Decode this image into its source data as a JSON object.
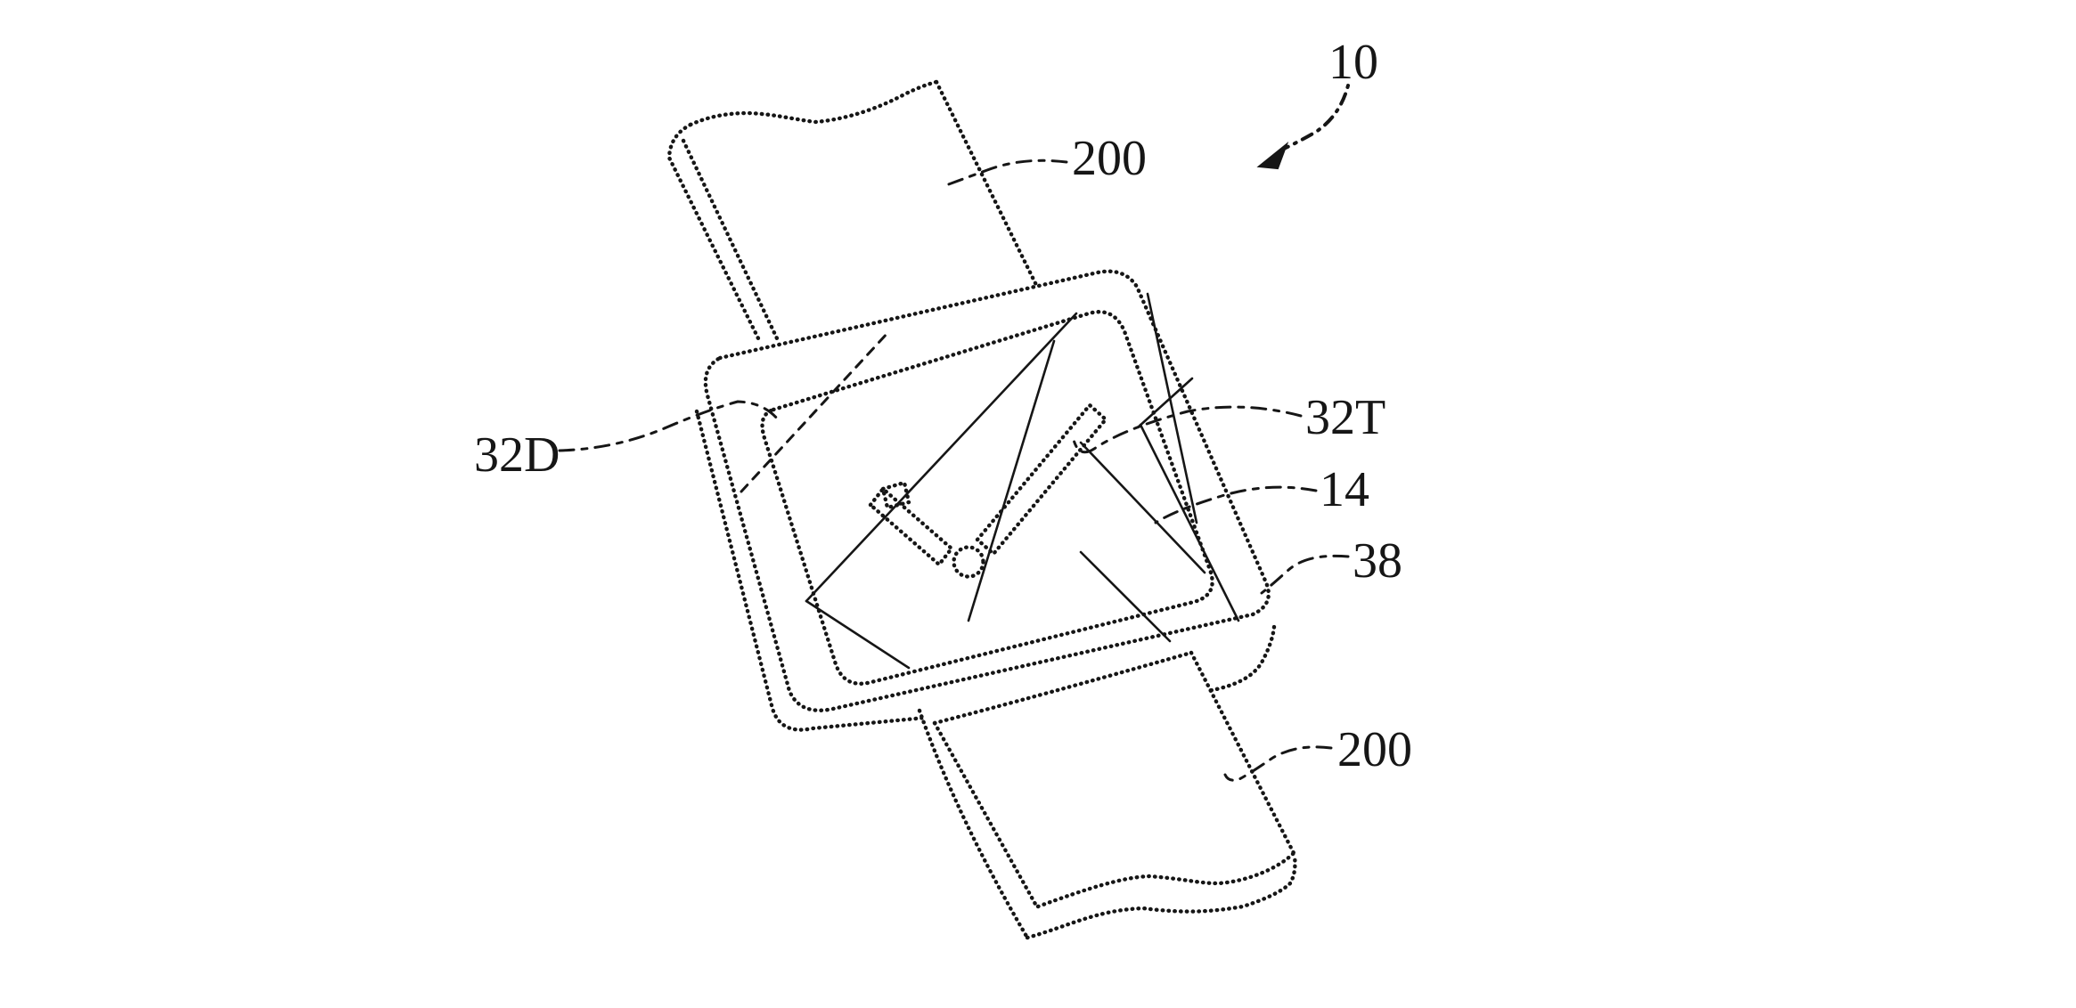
{
  "figure": {
    "kind": "patent-line-drawing",
    "subject": "Perspective view of a wristwatch device with display crystal, case and attached watch bands",
    "reference_numerals": [
      "10",
      "200",
      "32D",
      "32T",
      "14",
      "38",
      "200"
    ]
  },
  "labels": {
    "ref10": "10",
    "ref200Top": "200",
    "ref32D": "32D",
    "ref32T": "32T",
    "ref14": "14",
    "ref38": "38",
    "ref200Bottom": "200"
  },
  "colors": {
    "ink": "#161616",
    "background": "#ffffff"
  }
}
